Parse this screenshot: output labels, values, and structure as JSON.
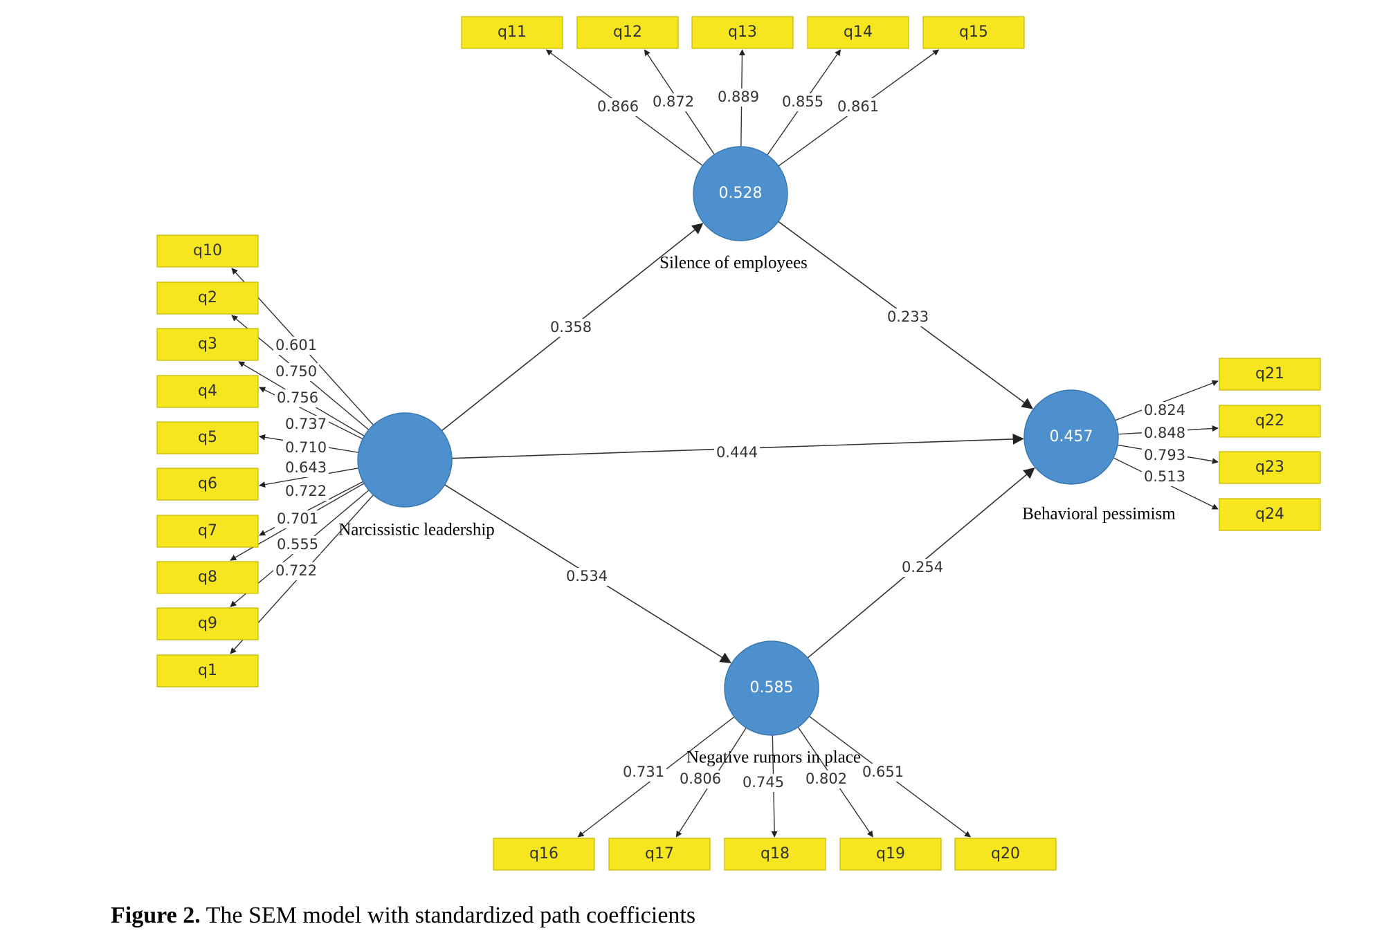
{
  "colors": {
    "indicator_fill": "#f5e61f",
    "indicator_stroke": "#c9b800",
    "latent_fill": "#4d90cd",
    "latent_stroke": "#3b78b0",
    "edge": "#333333"
  },
  "latents": {
    "narcissistic": {
      "label": "Narcissistic leadership",
      "r2": ""
    },
    "silence": {
      "label": "Silence of employees",
      "r2": "0.528"
    },
    "rumors": {
      "label": "Negative rumors in place",
      "r2": "0.585"
    },
    "pessimism": {
      "label": "Behavioral pessimism",
      "r2": "0.457"
    }
  },
  "structural_paths": [
    {
      "from": "narcissistic",
      "to": "silence",
      "coef": "0.358"
    },
    {
      "from": "silence",
      "to": "pessimism",
      "coef": "0.233"
    },
    {
      "from": "narcissistic",
      "to": "pessimism",
      "coef": "0.444"
    },
    {
      "from": "narcissistic",
      "to": "rumors",
      "coef": "0.534"
    },
    {
      "from": "rumors",
      "to": "pessimism",
      "coef": "0.254"
    }
  ],
  "indicators": {
    "narcissistic": [
      {
        "name": "q10",
        "loading": ""
      },
      {
        "name": "q2",
        "loading": "0.601"
      },
      {
        "name": "q3",
        "loading": "0.750"
      },
      {
        "name": "q4",
        "loading": "0.756"
      },
      {
        "name": "q5",
        "loading": "0.737"
      },
      {
        "name": "q6",
        "loading": "0.710"
      },
      {
        "name": "q7",
        "loading": "0.643"
      },
      {
        "name": "q8",
        "loading": "0.722"
      },
      {
        "name": "q9",
        "loading": "0.701"
      },
      {
        "name": "q1",
        "loading": "0.555"
      }
    ],
    "narcissistic_extra_loading": "0.722",
    "silence": [
      {
        "name": "q11",
        "loading": "0.866"
      },
      {
        "name": "q12",
        "loading": "0.872"
      },
      {
        "name": "q13",
        "loading": "0.889"
      },
      {
        "name": "q14",
        "loading": "0.855"
      },
      {
        "name": "q15",
        "loading": "0.861"
      }
    ],
    "rumors": [
      {
        "name": "q16",
        "loading": "0.731"
      },
      {
        "name": "q17",
        "loading": "0.806"
      },
      {
        "name": "q18",
        "loading": "0.745"
      },
      {
        "name": "q19",
        "loading": "0.802"
      },
      {
        "name": "q20",
        "loading": "0.651"
      }
    ],
    "pessimism": [
      {
        "name": "q21",
        "loading": "0.824"
      },
      {
        "name": "q22",
        "loading": "0.848"
      },
      {
        "name": "q23",
        "loading": "0.793"
      },
      {
        "name": "q24",
        "loading": "0.513"
      }
    ]
  },
  "caption": {
    "prefix": "Figure 2.",
    "text": "The SEM model with standardized path coefficients"
  }
}
